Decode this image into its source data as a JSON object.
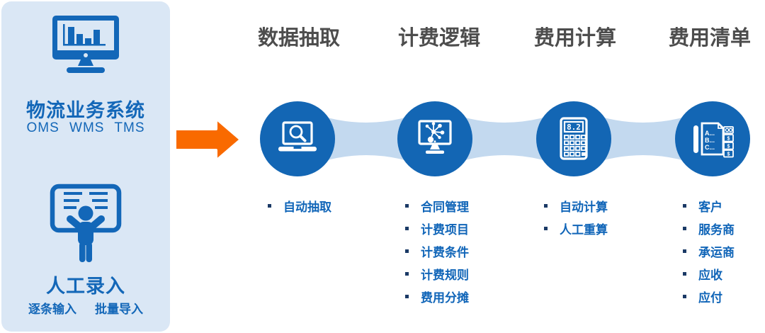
{
  "colors": {
    "primary_blue": "#1366b4",
    "text_blue": "#1065b8",
    "panel_bg": "#dae7f5",
    "connector_blue": "#c3d9ef",
    "header_gray": "#4d4d4d",
    "bullet_navy": "#1b3a66",
    "arrow_orange": "#f96a00"
  },
  "left_panel": {
    "top": {
      "icon": "monitor-bar-chart-icon",
      "title": "物流业务系统",
      "subtitle": "OMS WMS TMS"
    },
    "bottom": {
      "icon": "person-board-icon",
      "title": "人工录入",
      "entry_modes": [
        "逐条输入",
        "批量导入"
      ]
    }
  },
  "arrow": {
    "icon": "right-arrow-icon"
  },
  "process": {
    "steps": [
      {
        "title": "数据抽取",
        "icon": "laptop-search-icon",
        "items": [
          "自动抽取"
        ]
      },
      {
        "title": "计费逻辑",
        "icon": "monitor-network-icon",
        "items": [
          "合同管理",
          "计费项目",
          "计费条件",
          "计费规则",
          "费用分摊"
        ]
      },
      {
        "title": "费用计算",
        "icon": "calculator-icon",
        "calculator_display": "8.2",
        "items": [
          "自动计算",
          "人工重算"
        ]
      },
      {
        "title": "费用清单",
        "icon": "invoice-list-icon",
        "doc_lines": [
          "A...",
          "B...",
          "C..."
        ],
        "currency_symbol": "$",
        "items": [
          "客户",
          "服务商",
          "承运商",
          "应收",
          "应付"
        ]
      }
    ]
  }
}
